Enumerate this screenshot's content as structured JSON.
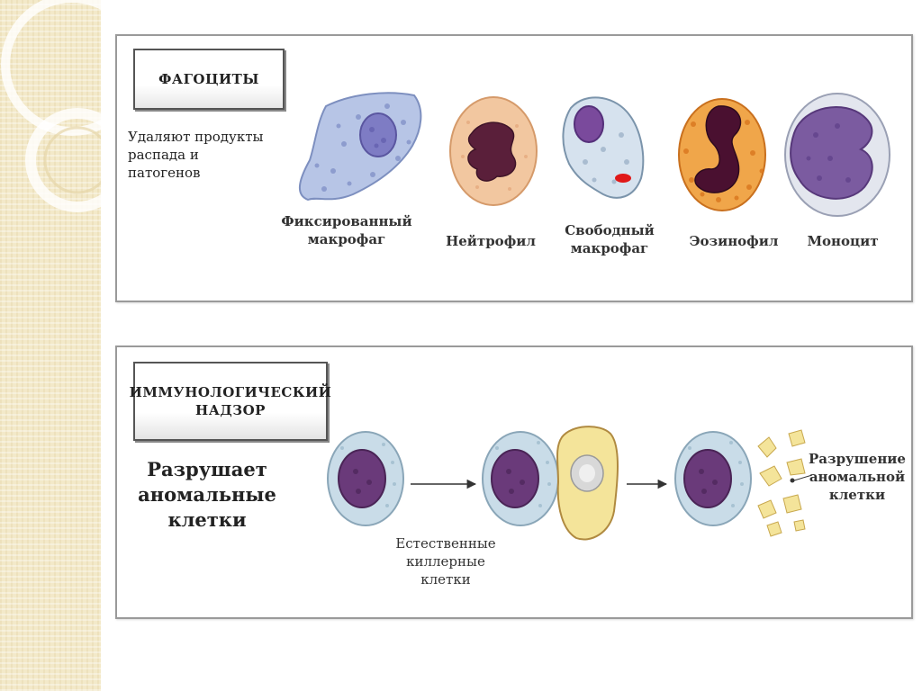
{
  "phagocytes": {
    "title": "ФАГОЦИТЫ",
    "description": [
      "Удаляют продукты",
      "распада и",
      "патогенов"
    ],
    "cells": {
      "fixed_macrophage": [
        "Фиксированный",
        "макрофаг"
      ],
      "neutrophil": [
        "Нейтрофил"
      ],
      "free_macrophage": [
        "Свободный",
        "макрофаг"
      ],
      "eosinophil": [
        "Эозинофил"
      ],
      "monocyte": [
        "Моноцит"
      ]
    }
  },
  "surveillance": {
    "title": [
      "ИММУНОЛОГИЧЕСКИЙ",
      "НАДЗОР"
    ],
    "description": [
      "Разрушает",
      "аномальные",
      "клетки"
    ],
    "nk_label": [
      "Естественные",
      "киллерные",
      "клетки"
    ],
    "destruction_label": [
      "Разрушение",
      "аномальной",
      "клетки"
    ]
  },
  "colors": {
    "panel_border": "#9a9a9a",
    "nucleus_purple": "#6a3a7a",
    "cytoplasm_blue": "#c9d9e6",
    "neutrophil_cytoplasm": "#f2c7a0",
    "eosinophil_cytoplasm": "#f0a64a",
    "abnormal_cell_yellow": "#f4e49a"
  }
}
